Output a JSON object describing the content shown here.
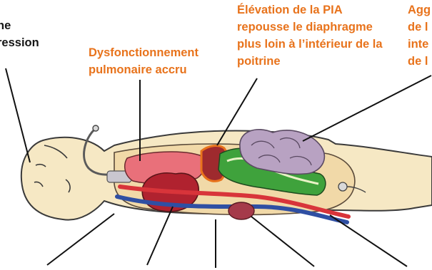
{
  "callouts": {
    "left_cut": "l\nne\nression",
    "pulmonaire": "Dysfonctionnement\npulmonaire accru",
    "pia": "Élévation de la PIA\nrepousse le diaphragme\nplus loin à l’intérieur de la\npoitrine",
    "right_cut": "Agg\nde l\ninte\nde l"
  },
  "colors": {
    "label_orange": "#e8731c",
    "label_black": "#151515",
    "skin": "#f6e8c4",
    "lung": "#e9707a",
    "heart": "#b0222f",
    "liver": "#9e2a2e",
    "stomach": "#3fa23c",
    "intestine": "#b8a2c2",
    "artery": "#d8343a",
    "vein": "#2f4fa3",
    "kidney": "#a53a4a"
  }
}
